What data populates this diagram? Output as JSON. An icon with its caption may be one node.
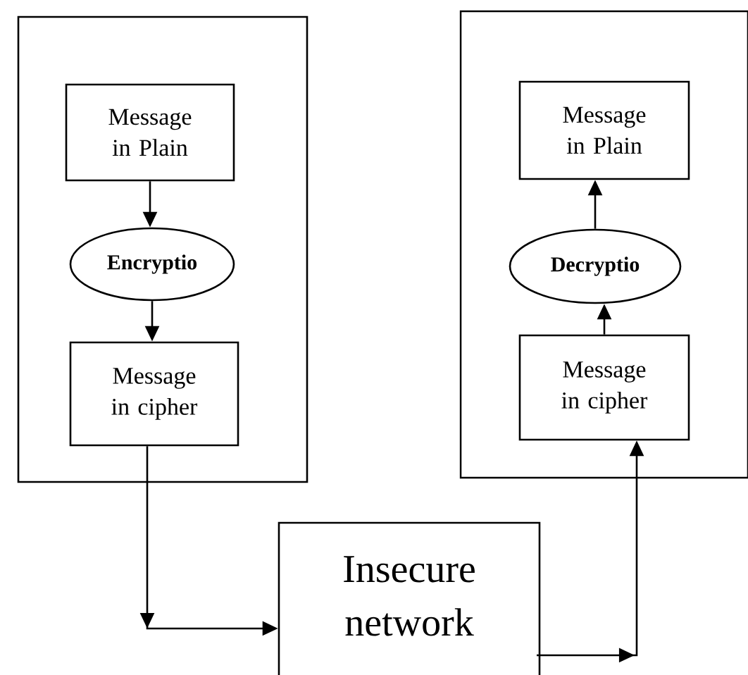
{
  "diagram": {
    "nodes": [
      {
        "text": [],
        "shape": "box"
      },
      {
        "text": [
          "Message in Plain"
        ],
        "in": 0
      },
      {
        "text": [
          "Encryptio"
        ],
        "in": 0
      },
      {
        "text": [
          "Message in cipher"
        ],
        "in": 0
      },
      {
        "text": [],
        "shape": "box"
      },
      {
        "text": [
          "Message in Plain"
        ],
        "in": 4
      },
      {
        "text": [
          "Decryptio"
        ],
        "in": 4
      },
      {
        "text": [
          "Message in cipher"
        ],
        "in": 4
      },
      {
        "text": [
          "Insecure network"
        ]
      }
    ],
    "edges": [
      {
        "from": 1,
        "to": 2,
        "arrow": "to"
      },
      {
        "from": 2,
        "to": 3,
        "arrow": "to"
      },
      {
        "from": 3,
        "to": 8,
        "arrow": "to"
      },
      {
        "from": 8,
        "to": 7,
        "arrow": "to"
      },
      {
        "from": 7,
        "to": 6,
        "arrow": "to"
      },
      {
        "from": 6,
        "to": 5,
        "arrow": "to"
      }
    ]
  }
}
